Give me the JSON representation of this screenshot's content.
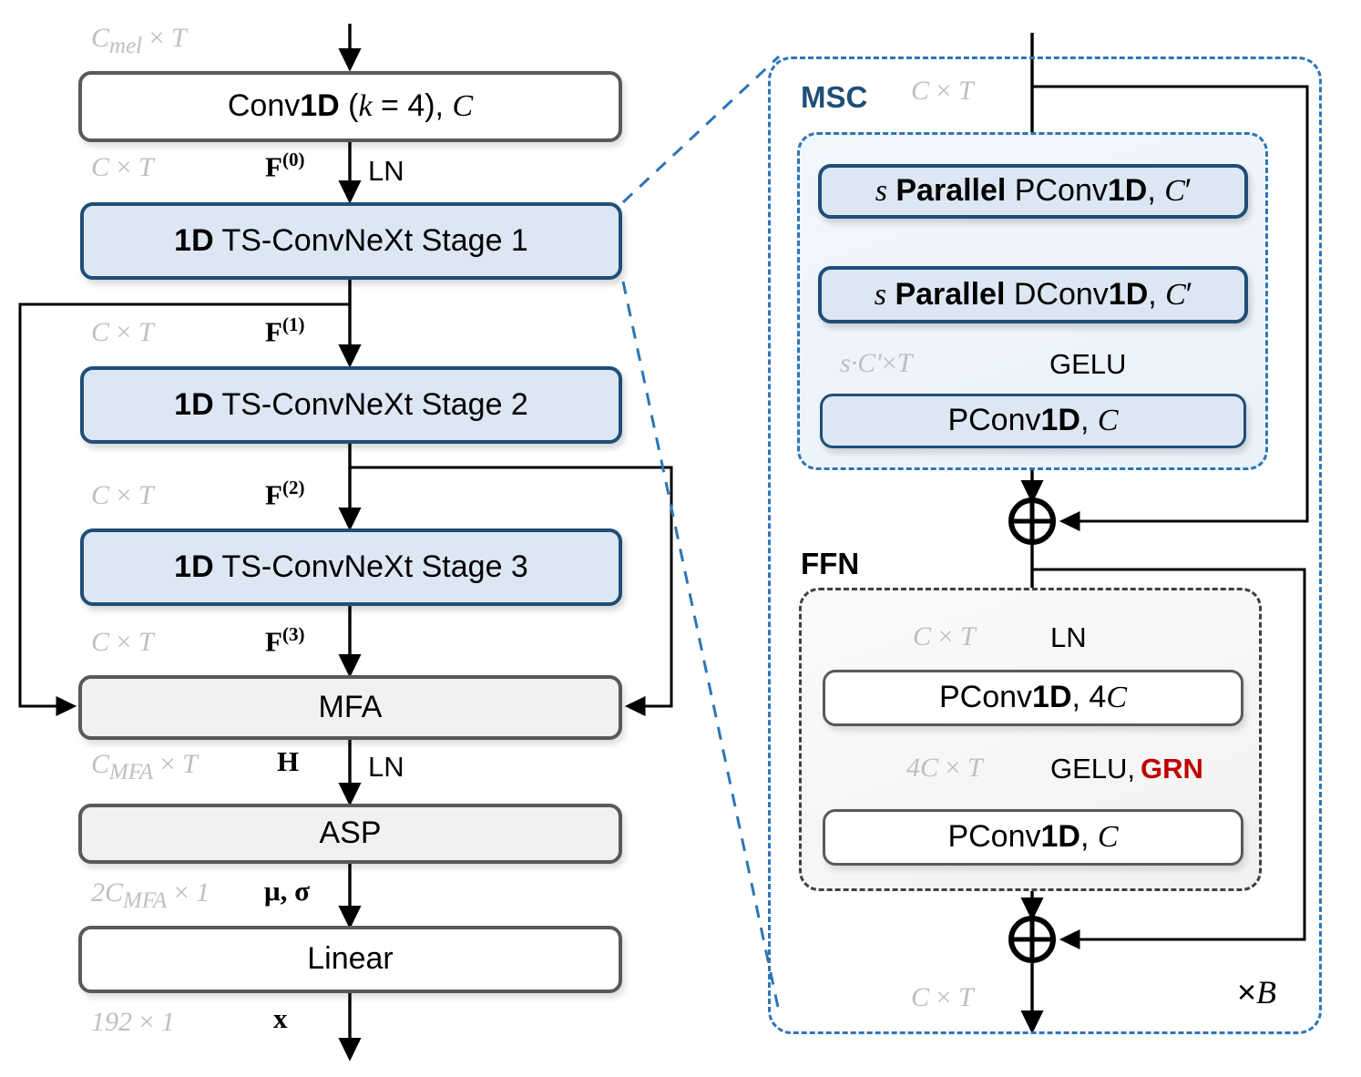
{
  "figure": {
    "title": "1D TS-ConvNeXt speaker-embedding network architecture",
    "colors": {
      "accent_blue": "#1f4e79",
      "dash_blue": "#2e75b6",
      "box_fill_blue": "#dce7f3",
      "box_fill_gray": "#f1f1f1",
      "border_gray": "#595959",
      "dim_text": "#bfbfbf",
      "grn_red": "#c00000"
    }
  },
  "left_pipeline": {
    "nodes": [
      {
        "id": "conv1d",
        "label_html": "Conv<b>1D</b> (<i>k</i> = 4), <i>C</i>",
        "style": "plain"
      },
      {
        "id": "stage1",
        "label_html": "<b>1D</b> TS-ConvNeXt Stage 1",
        "style": "blue"
      },
      {
        "id": "stage2",
        "label_html": "<b>1D</b> TS-ConvNeXt Stage 2",
        "style": "blue"
      },
      {
        "id": "stage3",
        "label_html": "<b>1D</b> TS-ConvNeXt Stage 3",
        "style": "blue"
      },
      {
        "id": "mfa",
        "label_html": "MFA",
        "style": "gray"
      },
      {
        "id": "asp",
        "label_html": "ASP",
        "style": "gray"
      },
      {
        "id": "linear",
        "label_html": "Linear",
        "style": "plain"
      }
    ],
    "dims": [
      {
        "id": "dim_in",
        "html": "<i>C</i><sub>mel</sub> <span class=\"up\">×</span> <i>T</i>"
      },
      {
        "id": "dim_f0",
        "html": "<i>C</i> <span class=\"up\">×</span> <i>T</i>"
      },
      {
        "id": "dim_f1",
        "html": "<i>C</i> <span class=\"up\">×</span> <i>T</i>"
      },
      {
        "id": "dim_f2",
        "html": "<i>C</i> <span class=\"up\">×</span> <i>T</i>"
      },
      {
        "id": "dim_f3",
        "html": "<i>C</i> <span class=\"up\">×</span> <i>T</i>"
      },
      {
        "id": "dim_h",
        "html": "<i>C</i><sub>MFA</sub> <span class=\"up\">×</span> <i>T</i>"
      },
      {
        "id": "dim_stats",
        "html": "2<i>C</i><sub>MFA</sub> <span class=\"up\">×</span> 1"
      },
      {
        "id": "dim_out",
        "html": "192 <span class=\"up\">×</span> 1"
      }
    ],
    "features": [
      {
        "id": "f0",
        "html": "F<sup>(0)</sup>"
      },
      {
        "id": "f1",
        "html": "F<sup>(1)</sup>"
      },
      {
        "id": "f2",
        "html": "F<sup>(2)</sup>"
      },
      {
        "id": "f3",
        "html": "F<sup>(3)</sup>"
      },
      {
        "id": "h",
        "html": "H"
      },
      {
        "id": "mu_sigma",
        "html": "<span class=\"sym\">&mu;</span>, <span class=\"sym\">&sigma;</span>"
      },
      {
        "id": "x",
        "html": "x"
      }
    ],
    "ops": [
      {
        "id": "ln_after_conv",
        "label": "LN"
      },
      {
        "id": "ln_after_mfa",
        "label": "LN"
      }
    ]
  },
  "right_block": {
    "msc": {
      "title": "MSC",
      "input_dim_html": "<i>C</i> <span class=\"up\">×</span> <i>T</i>",
      "nodes": [
        {
          "id": "par_pconv",
          "label_html": "<i>s</i> <b>Parallel</b> PConv<b>1D</b>, <i>C</i>&prime;",
          "style": "blue"
        },
        {
          "id": "par_dconv",
          "label_html": "<i>s</i> <b>Parallel</b> DConv<b>1D</b>, <i>C</i>&prime;",
          "style": "blue"
        },
        {
          "id": "msc_pconv",
          "label_html": "PConv<b>1D</b>, <i>C</i>",
          "style": "blue-thin"
        }
      ],
      "mid_dim_html": "<i>s</i>&middot;<i>C</i>&prime;<span class=\"up\">×</span><i>T</i>",
      "mid_op": "GELU",
      "residual_sum_symbol": "⊕"
    },
    "ffn": {
      "title": "FFN",
      "input_dim_html": "<i>C</i> <span class=\"up\">×</span> <i>T</i>",
      "input_op": "LN",
      "nodes": [
        {
          "id": "ffn_pconv_4c",
          "label_html": "PConv<b>1D</b>, 4<i>C</i>",
          "style": "plain-thin"
        },
        {
          "id": "ffn_pconv_c",
          "label_html": "PConv<b>1D</b>, <i>C</i>",
          "style": "plain-thin"
        }
      ],
      "mid_dim_html": "4<i>C</i> <span class=\"up\">×</span> <i>T</i>",
      "mid_ops": {
        "gelu": "GELU,",
        "grn": "GRN"
      },
      "residual_sum_symbol": "⊕"
    },
    "output_dim_html": "<i>C</i> <span class=\"up\">×</span> <i>T</i>",
    "repeat_label_html": "<span class=\"x\">&times;</span><i>B</i>"
  }
}
